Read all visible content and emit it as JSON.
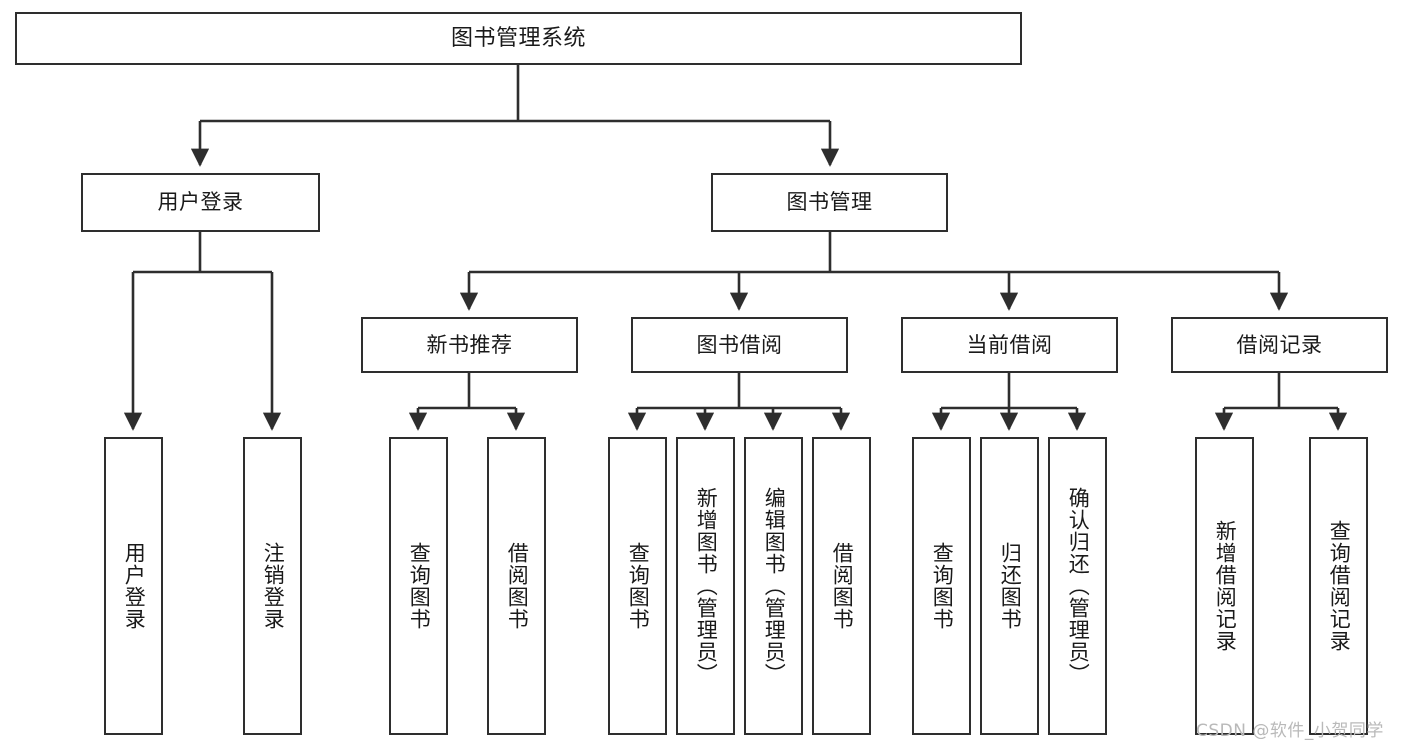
{
  "diagram": {
    "title": "图书管理系统",
    "type": "hierarchy-tree",
    "orientation": "top-down",
    "style": {
      "box_border_color": "#2e2e2e",
      "box_fill_color": "#ffffff",
      "edge_color": "#2e2e2e",
      "background_color": "#ffffff",
      "text_color": "#1a1a1a"
    },
    "levels": [
      {
        "level": 1,
        "nodes": [
          {
            "id": "root",
            "label": "图书管理系统"
          }
        ]
      },
      {
        "level": 2,
        "nodes": [
          {
            "id": "user-login",
            "label": "用户登录",
            "parent": "root"
          },
          {
            "id": "book-manage",
            "label": "图书管理",
            "parent": "root"
          }
        ]
      },
      {
        "level": 3,
        "nodes": [
          {
            "id": "new-book-rec",
            "label": "新书推荐",
            "parent": "book-manage"
          },
          {
            "id": "book-borrow",
            "label": "图书借阅",
            "parent": "book-manage"
          },
          {
            "id": "current-borrow",
            "label": "当前借阅",
            "parent": "book-manage"
          },
          {
            "id": "borrow-record",
            "label": "借阅记录",
            "parent": "book-manage"
          }
        ]
      },
      {
        "level": 4,
        "nodes": [
          {
            "id": "leaf-user-login",
            "label": "用户登录",
            "parent": "user-login"
          },
          {
            "id": "leaf-user-logout",
            "label": "注销登录",
            "parent": "user-login"
          },
          {
            "id": "leaf-query-book-1",
            "label": "查询图书",
            "parent": "new-book-rec"
          },
          {
            "id": "leaf-borrow-book-1",
            "label": "借阅图书",
            "parent": "new-book-rec"
          },
          {
            "id": "leaf-query-book-2",
            "label": "查询图书",
            "parent": "book-borrow"
          },
          {
            "id": "leaf-add-book",
            "label": "新增图书（管理员）",
            "parent": "book-borrow"
          },
          {
            "id": "leaf-edit-book",
            "label": "编辑图书（管理员）",
            "parent": "book-borrow"
          },
          {
            "id": "leaf-borrow-book-2",
            "label": "借阅图书",
            "parent": "book-borrow"
          },
          {
            "id": "leaf-query-book-3",
            "label": "查询图书",
            "parent": "current-borrow"
          },
          {
            "id": "leaf-return-book",
            "label": "归还图书",
            "parent": "current-borrow"
          },
          {
            "id": "leaf-confirm-return",
            "label": "确认归还（管理员）",
            "parent": "current-borrow"
          },
          {
            "id": "leaf-add-record",
            "label": "新增借阅记录",
            "parent": "borrow-record"
          },
          {
            "id": "leaf-query-record",
            "label": "查询借阅记录",
            "parent": "borrow-record"
          }
        ]
      }
    ]
  },
  "watermark": {
    "text": "CSDN @软件_小贺同学"
  }
}
